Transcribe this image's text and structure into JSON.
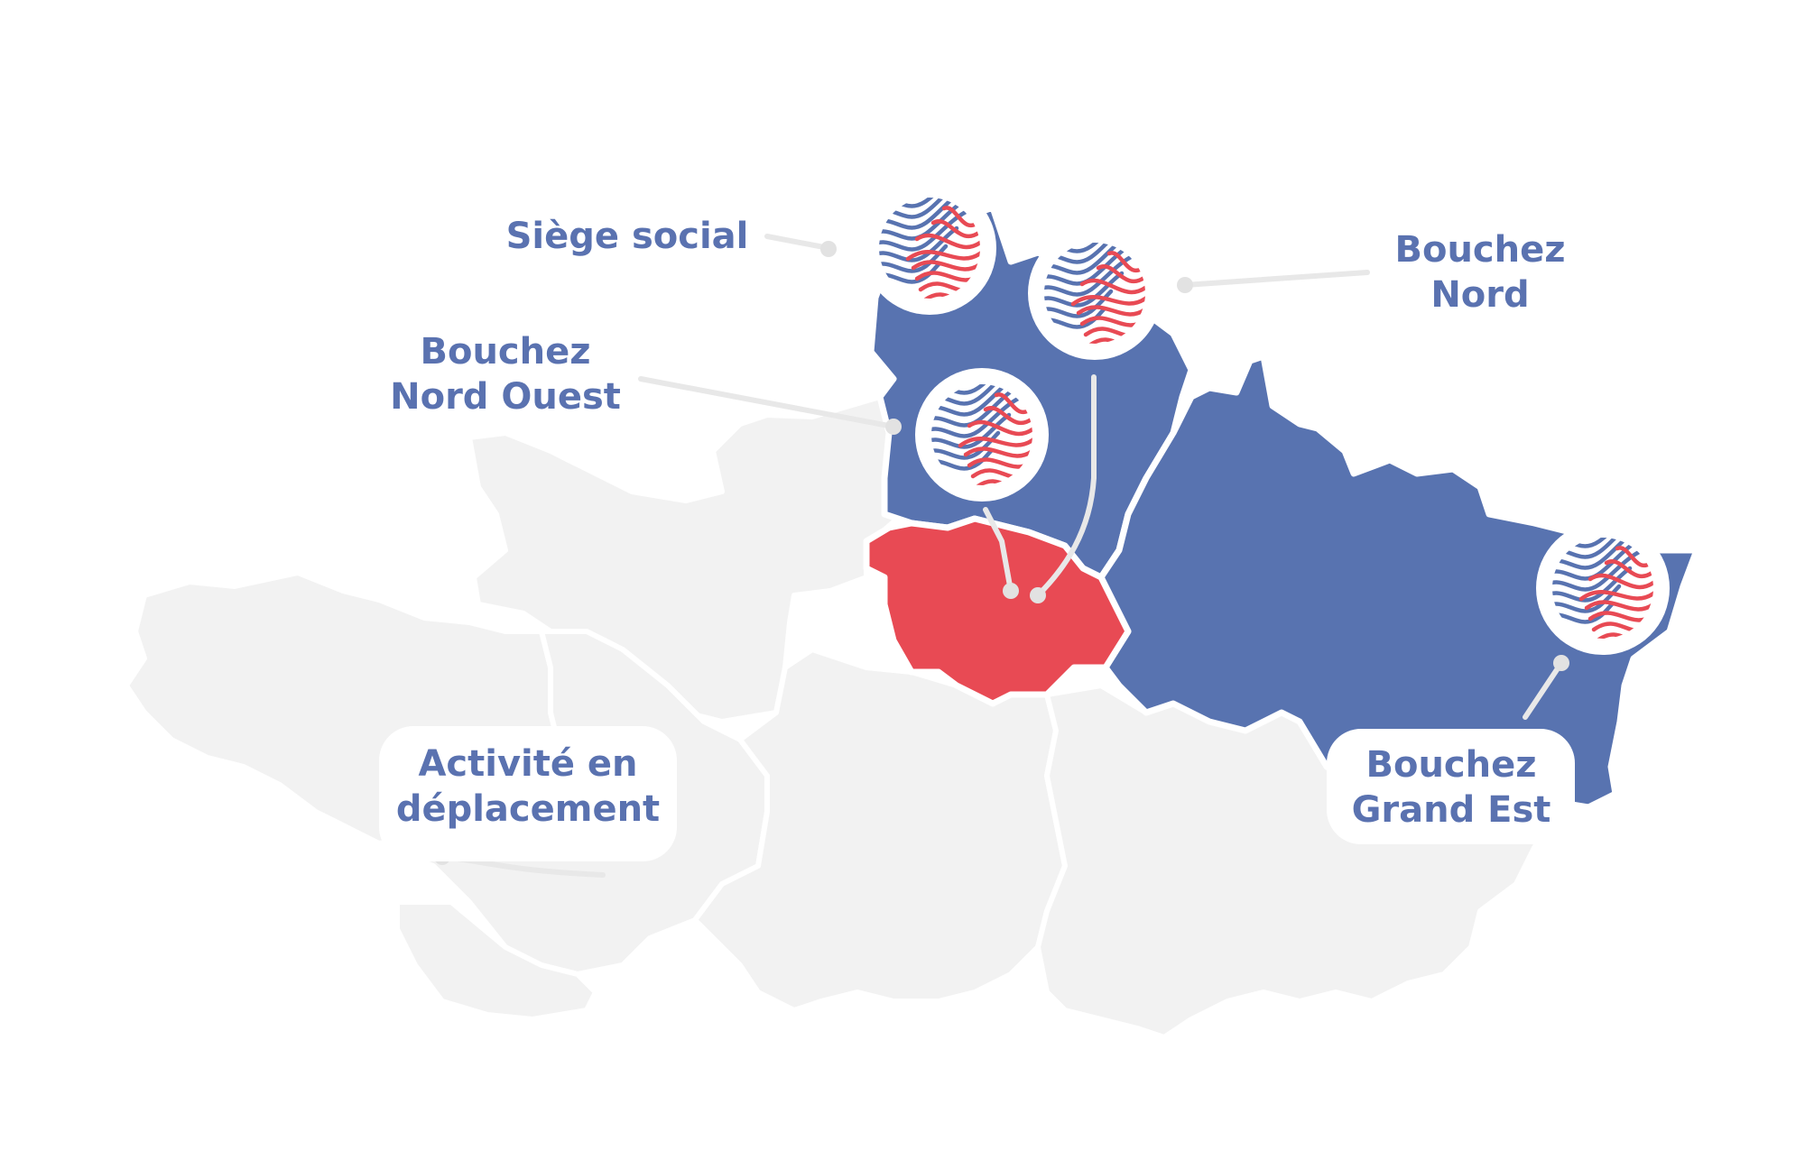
{
  "colors": {
    "blue": "#5873b0",
    "red": "#e84a54",
    "land": "#f2f2f2",
    "border": "#ffffff",
    "connector": "#e8e8e8",
    "text": "#5a72b0"
  },
  "icons": {
    "marker": "bouchez-wave-logo-icon"
  },
  "labels": {
    "siege": {
      "line1": "Siège social"
    },
    "nord": {
      "line1": "Bouchez",
      "line2": "Nord"
    },
    "nord_ouest": {
      "line1": "Bouchez",
      "line2": "Nord Ouest"
    },
    "deplacement": {
      "line1": "Activité en",
      "line2": "déplacement"
    },
    "grand_est": {
      "line1": "Bouchez",
      "line2": "Grand Est"
    }
  }
}
